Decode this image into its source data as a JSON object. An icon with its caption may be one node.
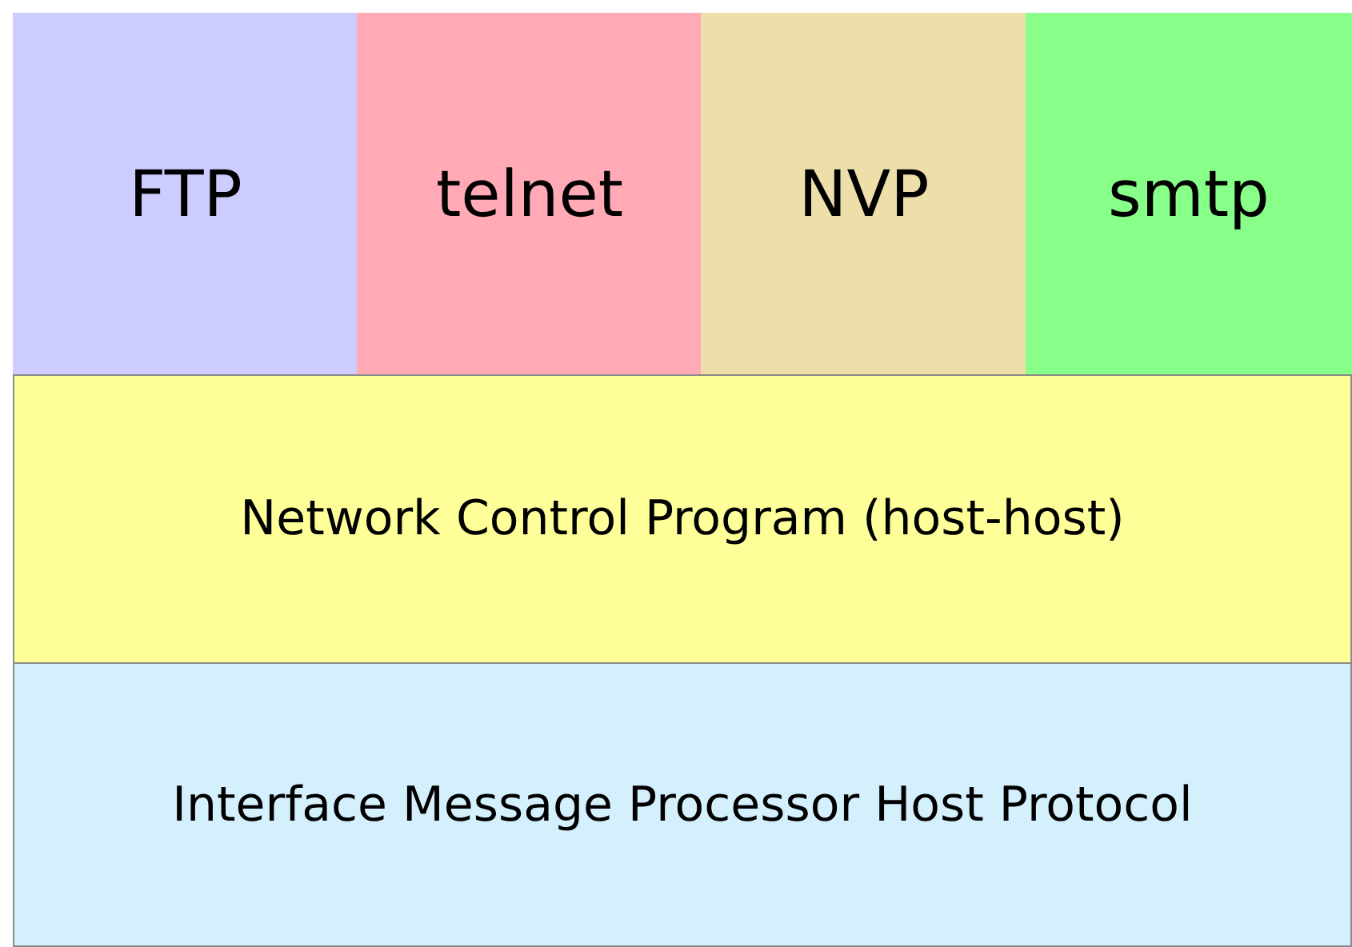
{
  "diagram": {
    "nodes": [
      {
        "text": [
          "FTP"
        ]
      },
      {
        "text": [
          "telnet"
        ]
      },
      {
        "text": [
          "NVP"
        ]
      },
      {
        "text": [
          "smtp"
        ]
      },
      {
        "text": [
          "Network Control Program (host-host)"
        ]
      },
      {
        "text": [
          "Interface Message Processor Host Protocol"
        ]
      }
    ]
  }
}
